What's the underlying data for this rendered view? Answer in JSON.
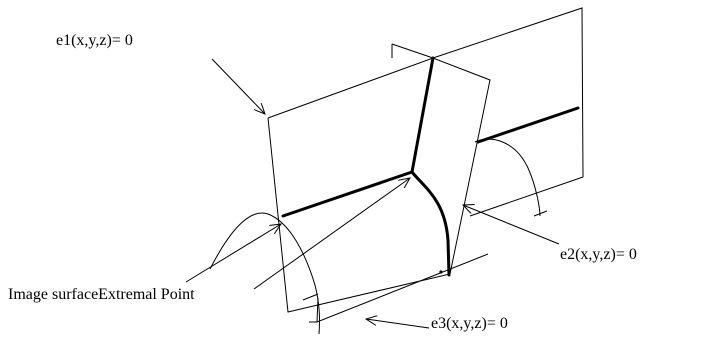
{
  "labels": {
    "e1": "e1(x,y,z)= 0",
    "e2": "e2(x,y,z)= 0",
    "e3": "e3(x,y,z)= 0",
    "image_surface_extremal_point": "Image surfaceExtremal Point"
  },
  "colors": {
    "ink": "#000000",
    "background": "#ffffff"
  }
}
